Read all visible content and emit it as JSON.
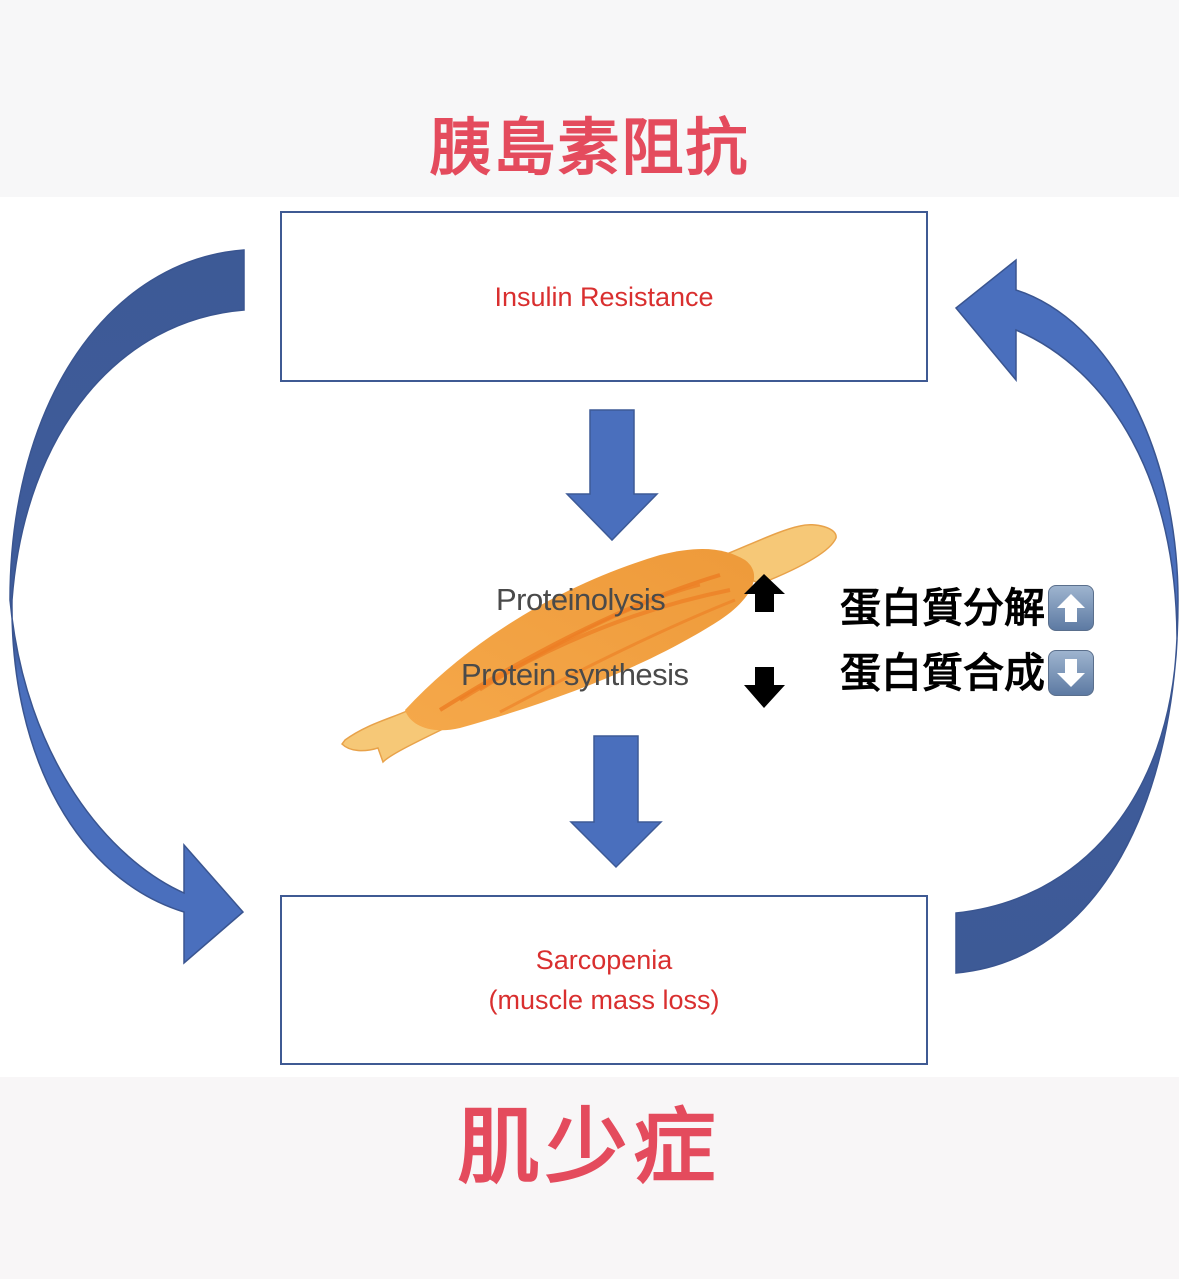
{
  "title_top": "胰島素阻抗",
  "title_bottom": "肌少症",
  "box_top": {
    "label": "Insulin Resistance"
  },
  "box_bottom": {
    "line1": "Sarcopenia",
    "line2": "(muscle mass loss)"
  },
  "muscle": {
    "label_upper": "Proteinolysis",
    "label_lower": "Protein synthesis",
    "upper_direction": "up",
    "lower_direction": "down"
  },
  "annotations": [
    {
      "text": "蛋白質分解",
      "icon": "up-arrow-emoji"
    },
    {
      "text": "蛋白質合成",
      "icon": "down-arrow-emoji"
    }
  ],
  "colors": {
    "title_red": "#e44b5d",
    "box_text_red": "#d92f2f",
    "box_border": "#3f5a93",
    "arrow_blue": "#4a6fbd",
    "arrow_blue_dark": "#3d5a96",
    "muscle_orange": "#f0a040",
    "tendon_yellow": "#f6c877"
  }
}
